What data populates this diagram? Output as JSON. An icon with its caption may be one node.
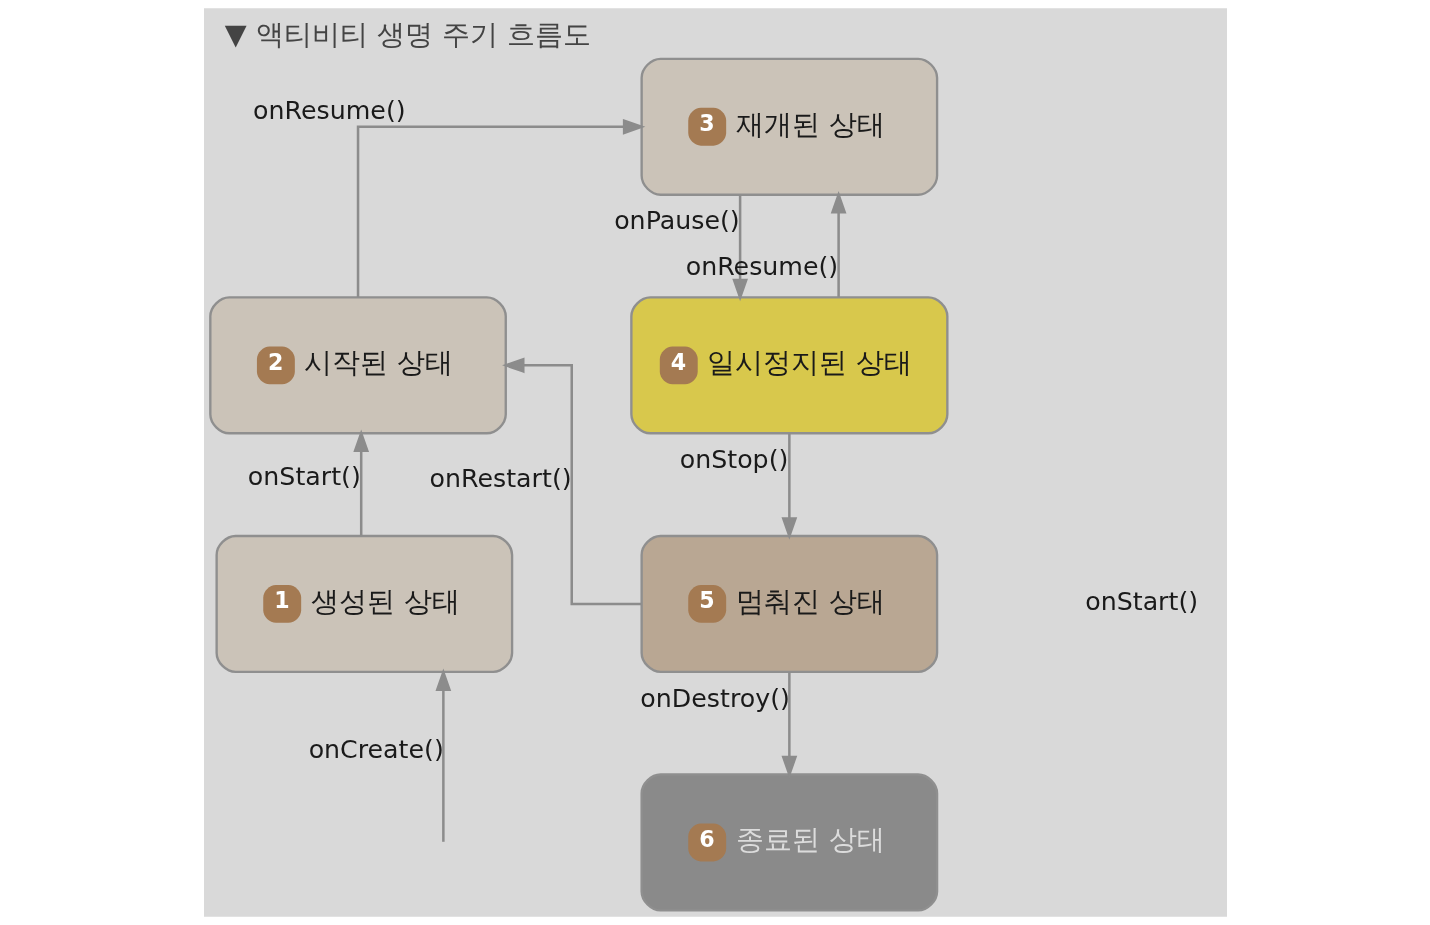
{
  "diagram": {
    "title": "▼ 액티비티 생명 주기 흐름도",
    "nodes": [
      {
        "text": [
          "1",
          "생성된 상태"
        ]
      },
      {
        "text": [
          "2",
          "시작된 상태"
        ]
      },
      {
        "text": [
          "3",
          "재개된 상태"
        ]
      },
      {
        "text": [
          "4",
          "일시정지된 상태"
        ]
      },
      {
        "text": [
          "5",
          "멈춰진 상태"
        ]
      },
      {
        "text": [
          "6",
          "종료된 상태"
        ]
      }
    ],
    "edges": [
      {
        "from": null,
        "to": 0,
        "arrow": "to",
        "label": "onCreate()"
      },
      {
        "from": 0,
        "to": 1,
        "arrow": "to",
        "label": "onStart()"
      },
      {
        "from": 1,
        "to": 2,
        "arrow": "to",
        "label": "onResume()"
      },
      {
        "from": 2,
        "to": 3,
        "arrow": "to",
        "label": "onPause()"
      },
      {
        "from": 3,
        "to": 2,
        "arrow": "to",
        "label": "onResume()"
      },
      {
        "from": 3,
        "to": 4,
        "arrow": "to",
        "label": "onStop()"
      },
      {
        "from": 4,
        "to": 1,
        "arrow": "to",
        "label": "onRestart()"
      },
      {
        "from": 4,
        "to": 5,
        "arrow": "to",
        "label": "onDestroy()"
      }
    ],
    "labels": [
      "onStart()"
    ]
  }
}
